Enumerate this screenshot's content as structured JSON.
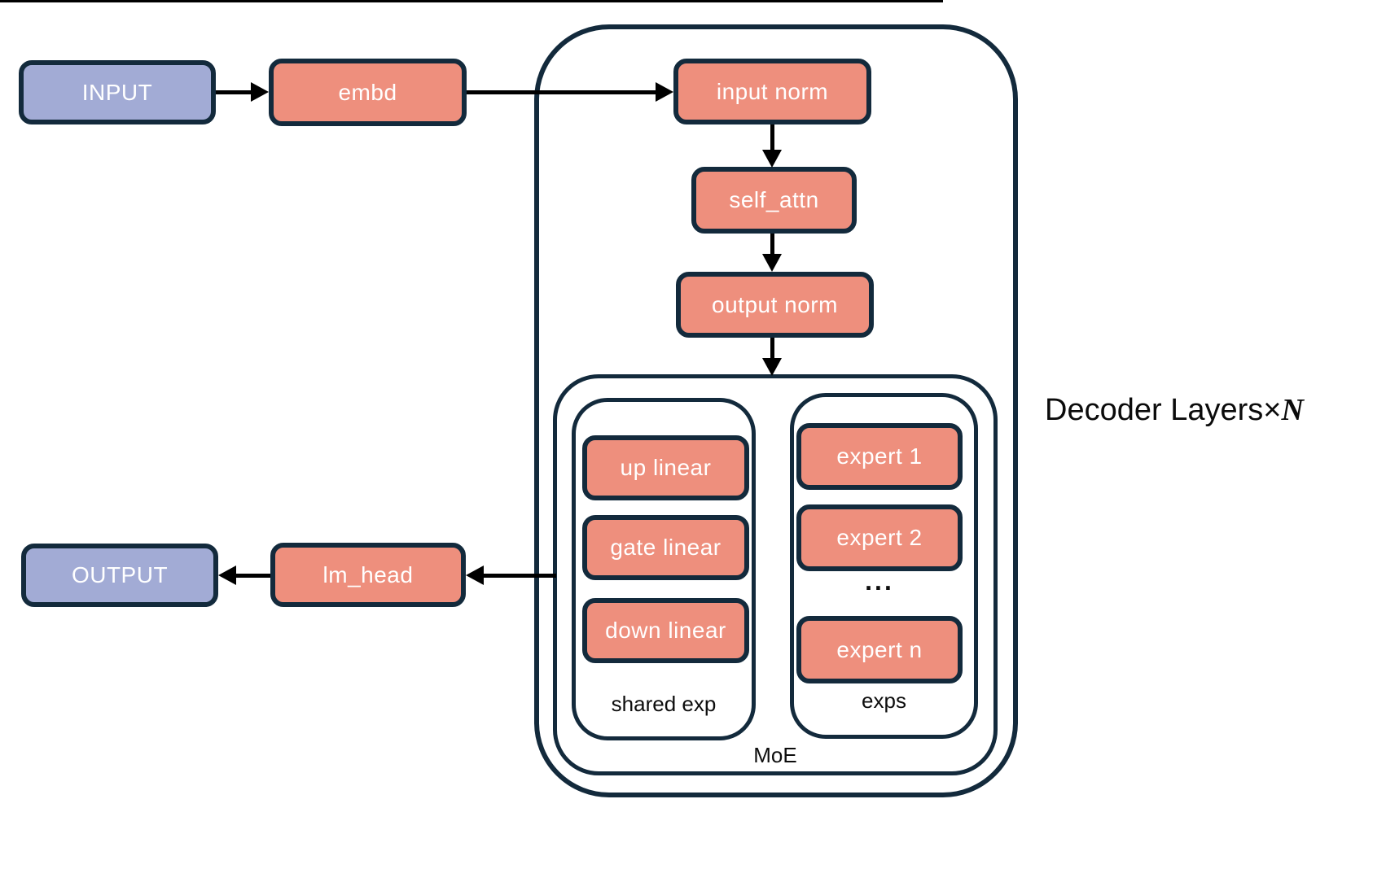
{
  "diagram": {
    "decoder_container": {
      "label_prefix": "Decoder Layers×",
      "label_n": "N"
    },
    "moe": {
      "label": "MoE"
    },
    "shared_exp": {
      "label": "shared exp"
    },
    "exps": {
      "label": "exps",
      "ellipsis": "..."
    },
    "nodes": {
      "input": "INPUT",
      "embd": "embd",
      "input_norm": "input norm",
      "self_attn": "self_attn",
      "output_norm": "output norm",
      "up_linear": "up linear",
      "gate_linear": "gate linear",
      "down_linear": "down linear",
      "expert_1": "expert 1",
      "expert_2": "expert 2",
      "expert_n": "expert n",
      "lm_head": "lm_head",
      "output": "OUTPUT"
    },
    "colors": {
      "node_fill_salmon": "#EE8F7D",
      "node_fill_purple": "#A2ABD5",
      "outline_navy": "#132A3C",
      "arrow_black": "#000000",
      "label_text": "#0D0D0D",
      "node_text": "#FFFFFF",
      "background": "#FFFFFF"
    }
  }
}
